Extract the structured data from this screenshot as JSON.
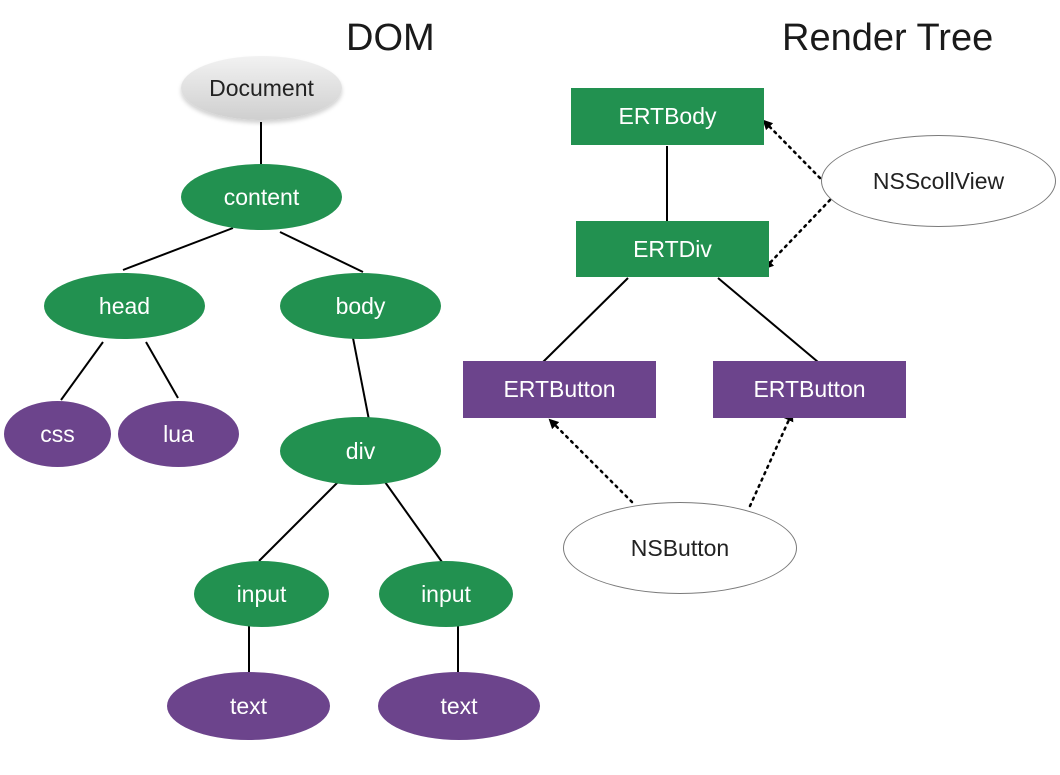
{
  "titles": {
    "dom": "DOM",
    "render_tree": "Render Tree"
  },
  "dom_tree": {
    "document": "Document",
    "content": "content",
    "head": "head",
    "body": "body",
    "css": "css",
    "lua": "lua",
    "div": "div",
    "input_left": "input",
    "input_right": "input",
    "text_left": "text",
    "text_right": "text"
  },
  "render_tree": {
    "ert_body": "ERTBody",
    "ert_div": "ERTDiv",
    "ert_button_left": "ERTButton",
    "ert_button_right": "ERTButton"
  },
  "native_views": {
    "scroll_view": "NSScollView",
    "button": "NSButton"
  },
  "colors": {
    "dom_element": "#229150",
    "dom_leaf": "#6c448c",
    "render_container": "#229150",
    "render_button": "#6c448c",
    "root": "#dcdcdc",
    "native_view": "#ffffff"
  }
}
